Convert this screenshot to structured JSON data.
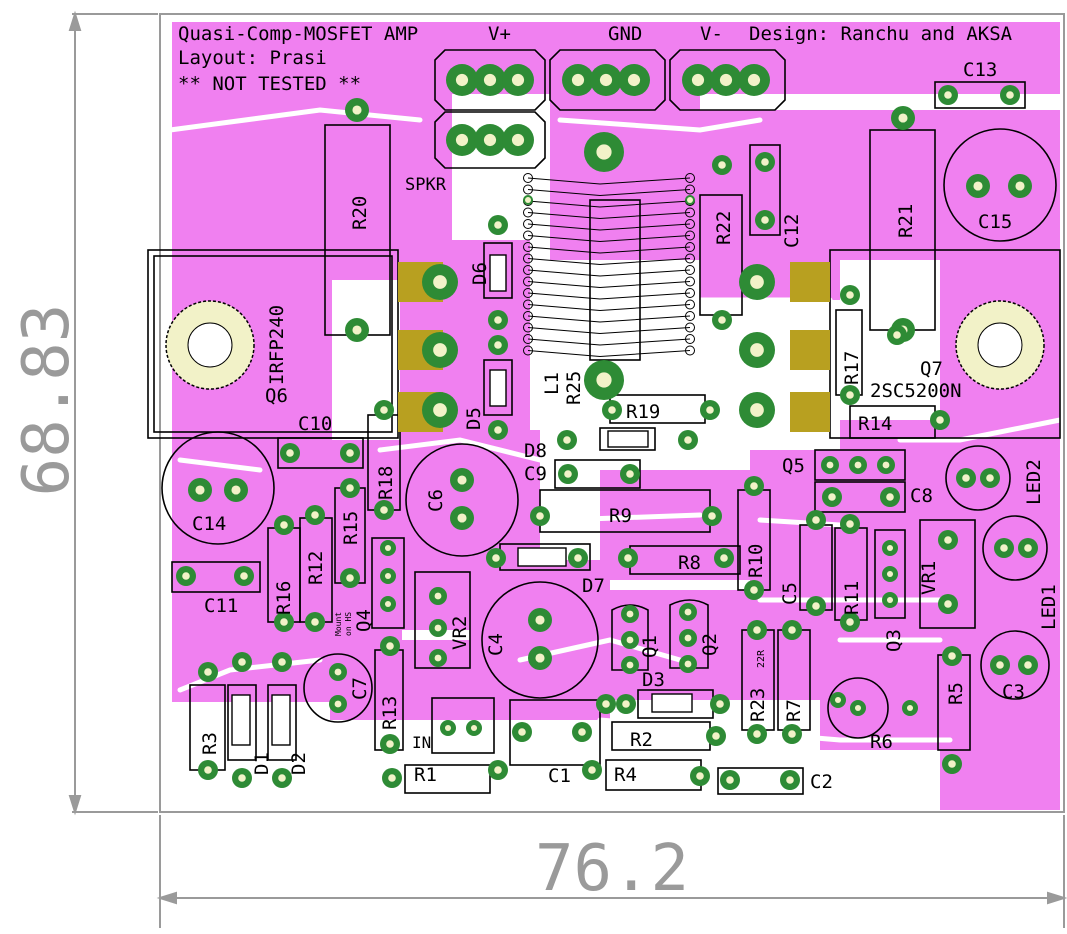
{
  "dimensions": {
    "height_label": "68.83",
    "width_label": "76.2"
  },
  "board_text": {
    "title": "Quasi-Comp-MOSFET AMP",
    "layout_credit": "Layout: Prasi",
    "design_credit": "Design: Ranchu and AKSA",
    "warning": "** NOT TESTED **"
  },
  "connectors": {
    "vplus": "V+",
    "gnd": "GND",
    "vminus": "V-",
    "speaker": "SPKR",
    "input": "IN"
  },
  "transistors": {
    "q6_part": "IRFP240",
    "q6_ref": "Q6",
    "q7_ref": "Q7",
    "q7_part": "2SC5200N",
    "q1": "Q1",
    "q2": "Q2",
    "q3": "Q3",
    "q4": "Q4",
    "q5": "Q5"
  },
  "resistors": [
    "R1",
    "R2",
    "R3",
    "R4",
    "R5",
    "R6",
    "R7",
    "R8",
    "R9",
    "R10",
    "R11",
    "R12",
    "R13",
    "R14",
    "R15",
    "R16",
    "R17",
    "R18",
    "R19",
    "R20",
    "R21",
    "R22",
    "R23",
    "R25"
  ],
  "capacitors": [
    "C1",
    "C2",
    "C3",
    "C4",
    "C5",
    "C6",
    "C7",
    "C8",
    "C9",
    "C10",
    "C11",
    "C12",
    "C13",
    "C14",
    "C15"
  ],
  "diodes": [
    "D1",
    "D2",
    "D3",
    "D5",
    "D6",
    "D7",
    "D8"
  ],
  "others": {
    "l1": "L1",
    "vr1": "VR1",
    "vr2": "VR2",
    "led1": "LED1",
    "led2": "LED2",
    "r23_value": "22R",
    "q4_note_1": "Mount",
    "q4_note_2": "on HS"
  },
  "colors": {
    "copper_pour": "#f080f0",
    "pad": "#2e8b35",
    "pad_hole": "#f2f2c8",
    "silkscreen": "#000000",
    "dimension": "#999999",
    "gold": "#b8a020"
  }
}
